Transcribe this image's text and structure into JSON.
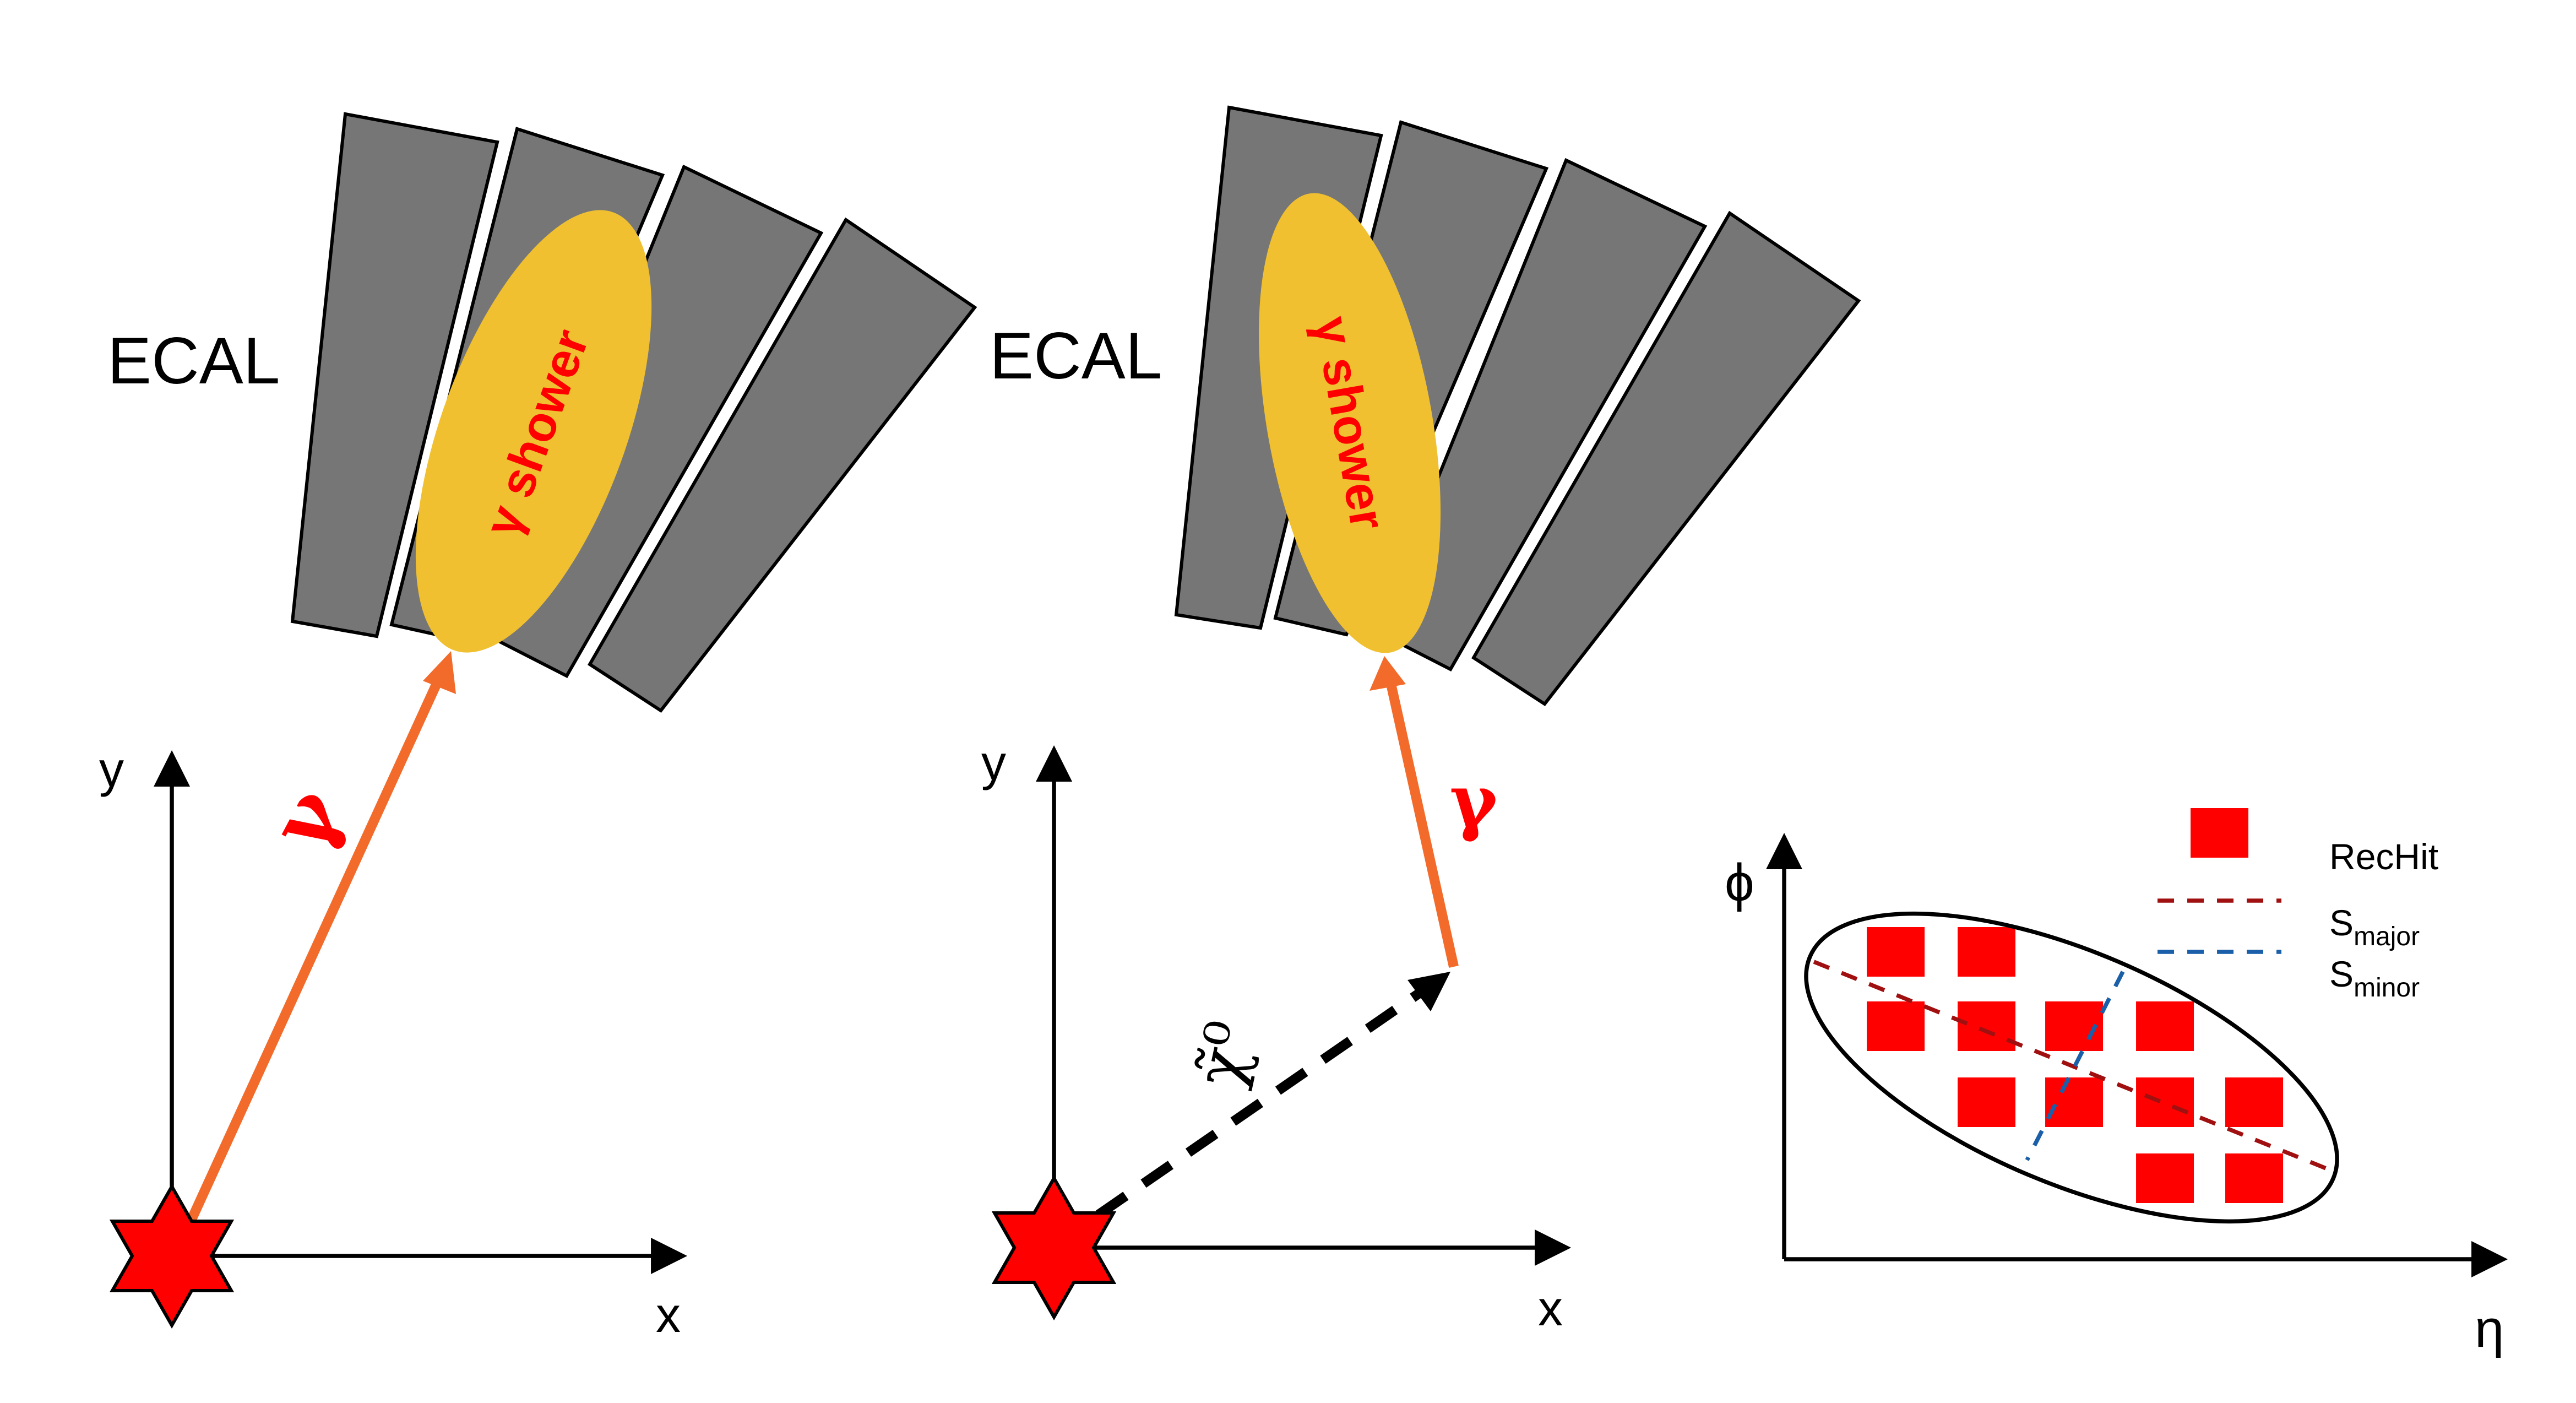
{
  "panel_left": {
    "ecal_label": "ECAL",
    "shower_label": "γ shower",
    "photon_label": "γ",
    "axis_y": "y",
    "axis_x": "x"
  },
  "panel_middle": {
    "ecal_label": "ECAL",
    "shower_label": "γ shower",
    "photon_label": "γ",
    "neutralino_label": "χ̃⁰",
    "axis_y": "y",
    "axis_x": "x"
  },
  "panel_right": {
    "axis_y": "ϕ",
    "axis_x": "η",
    "legend": {
      "rechit": "RecHit",
      "major_s": "S",
      "major_sub": "major",
      "minor_s": "S",
      "minor_sub": "minor"
    }
  },
  "colors": {
    "ecal_block": "#767676",
    "shower": "#f0c030",
    "photon_arrow": "#f26b2a",
    "label_red": "#ff0000",
    "s_major": "#a01010",
    "s_minor": "#1a5fa8"
  }
}
